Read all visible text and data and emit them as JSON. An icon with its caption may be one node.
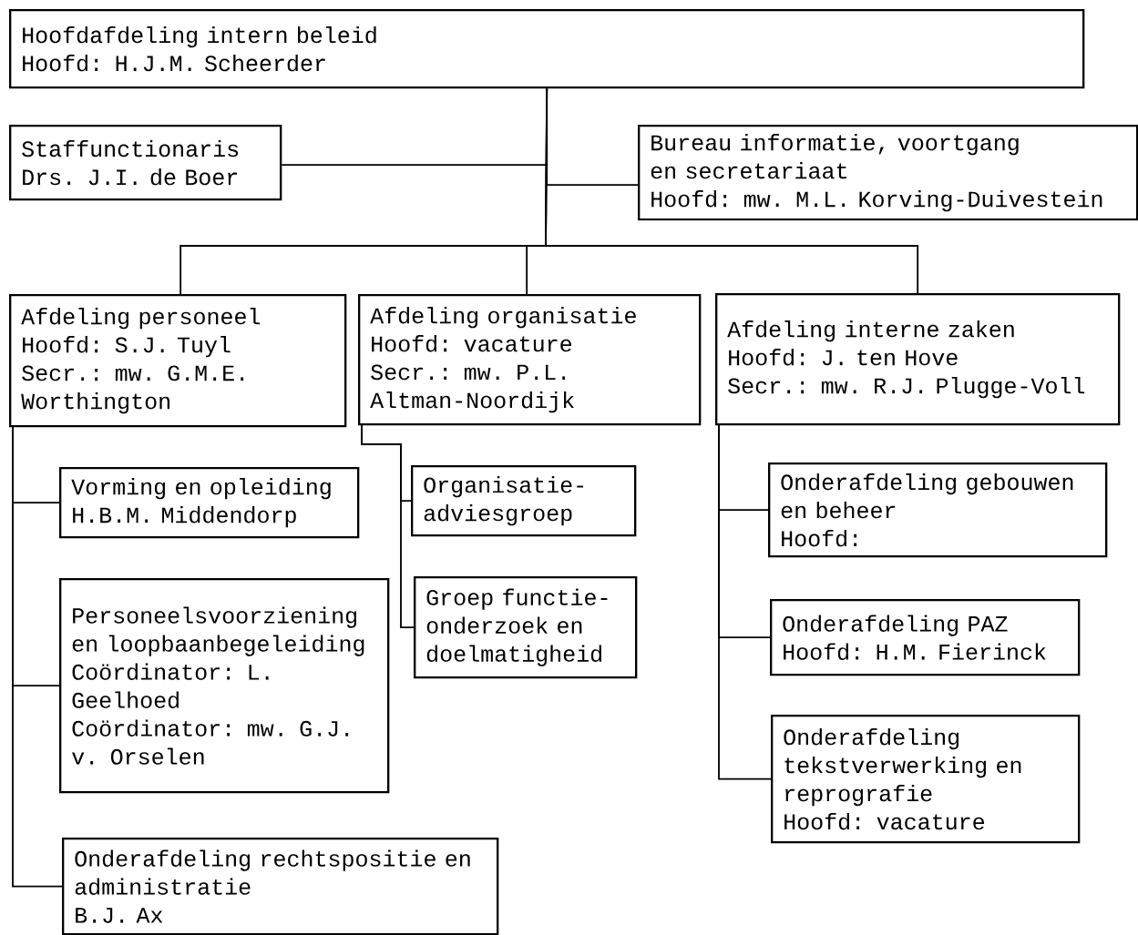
{
  "diagram": {
    "nodes": [
      {
        "text": [
          "Hoofdafdeling intern beleid",
          "Hoofd: H.J.M. Scheerder"
        ]
      },
      {
        "text": [
          "Staffunctionaris",
          "Drs. J.I. de Boer"
        ]
      },
      {
        "text": [
          "Bureau informatie, voortgang en secretariaat",
          "Hoofd: mw. M.L. Korving-Duivestein"
        ]
      },
      {
        "text": [
          "Afdeling personeel",
          "Hoofd: S.J. Tuyl",
          "Secr.: mw. G.M.E. Worthington"
        ]
      },
      {
        "text": [
          "Afdeling organisatie",
          "Hoofd: vacature",
          "Secr.: mw. P.L. Altman-Noordijk"
        ]
      },
      {
        "text": [
          "Afdeling interne zaken",
          "Hoofd: J. ten Hove",
          "Secr.: mw. R.J. Plugge-Voll"
        ]
      },
      {
        "text": [
          "Vorming en opleiding",
          "H.B.M. Middendorp"
        ]
      },
      {
        "text": [
          "Organisatie-adviesgroep"
        ]
      },
      {
        "text": [
          "Onderafdeling gebouwen en beheer",
          "Hoofd:"
        ]
      },
      {
        "text": [
          "Groep functie-onderzoek en doelmatigheid"
        ]
      },
      {
        "text": [
          "Onderafdeling PAZ",
          "Hoofd: H.M. Fierinck"
        ]
      },
      {
        "text": [
          "Personeelsvoorziening en loopbaanbegeleiding",
          "Coördinator: L. Geelhoed",
          "Coördinator: mw. G.J. v. Orselen"
        ]
      },
      {
        "text": [
          "Onderafdeling tekstverwerking en reprografie",
          "Hoofd: vacature"
        ]
      },
      {
        "text": [
          "Onderafdeling rechtspositie en administratie",
          "B.J. Ax"
        ]
      }
    ],
    "edges": [
      {
        "from": 0,
        "to": 1,
        "arrow": "none"
      },
      {
        "from": 0,
        "to": 2,
        "arrow": "none"
      },
      {
        "from": 0,
        "to": 3,
        "arrow": "none"
      },
      {
        "from": 0,
        "to": 4,
        "arrow": "none"
      },
      {
        "from": 0,
        "to": 5,
        "arrow": "none"
      },
      {
        "from": 3,
        "to": 6,
        "arrow": "none"
      },
      {
        "from": 3,
        "to": 11,
        "arrow": "none"
      },
      {
        "from": 3,
        "to": 13,
        "arrow": "none"
      },
      {
        "from": 4,
        "to": 7,
        "arrow": "none"
      },
      {
        "from": 4,
        "to": 9,
        "arrow": "none"
      },
      {
        "from": 5,
        "to": 8,
        "arrow": "none"
      },
      {
        "from": 5,
        "to": 10,
        "arrow": "none"
      },
      {
        "from": 5,
        "to": 12,
        "arrow": "none"
      }
    ]
  }
}
